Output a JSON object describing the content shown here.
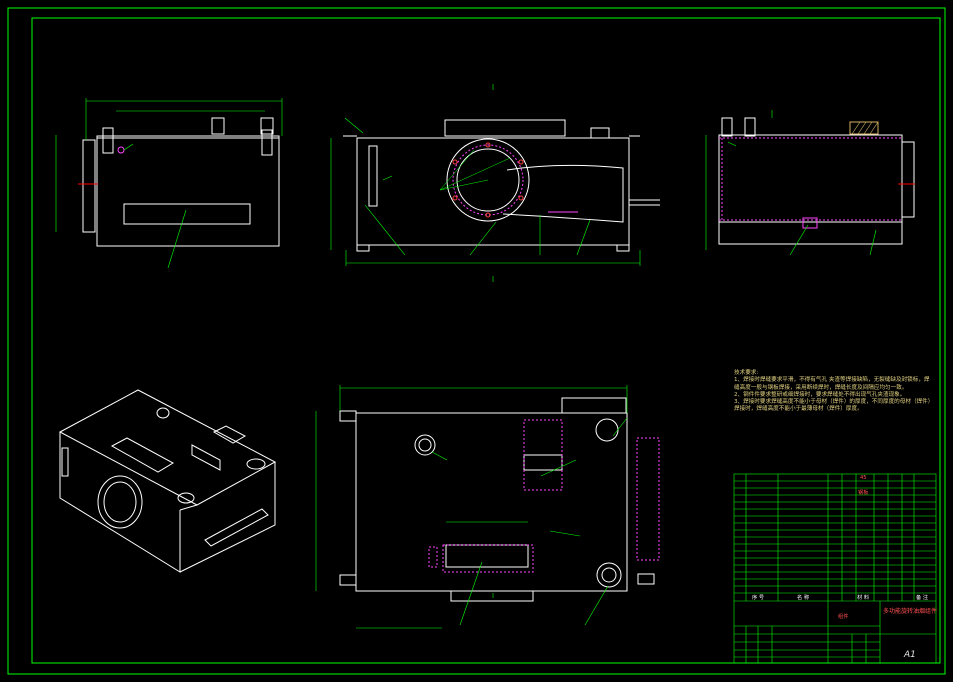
{
  "technical_requirements": {
    "heading": "技术要求:",
    "items": [
      "1、焊接时焊缝要求平滑，不得有气孔 夹渣等焊接缺陷，无裂缝缺及封锁标，焊缝高度一般与钢板焊接，采用断续焊时，焊缝长度及间隔应均匀一致。",
      "2、钢件件要求整研或细焊接时，要求焊缝处不得出现气孔夹渣现象。",
      "3、焊接时要求焊缝高度不能小于母材（焊件）的厚度，不同厚度的母材（焊件）焊接时，焊缝高度不能小于最薄母材（焊件）厚度。"
    ]
  },
  "title_block": {
    "drawing_title": "多功能旋转油烟组件",
    "part_label": "组件",
    "sheet_size": "A1",
    "col_seq": "序 号",
    "col_name": "名 称",
    "col_material": "材 料",
    "col_remark": "备 注",
    "material_45": "45",
    "material_steel": "钢板"
  },
  "colors": {
    "frame": "#00ff00",
    "outline": "#ffffff",
    "dimension": "#00ff00",
    "weld": "#ff44ff",
    "hatch": "#d4b060",
    "leader": "#00ff00"
  }
}
